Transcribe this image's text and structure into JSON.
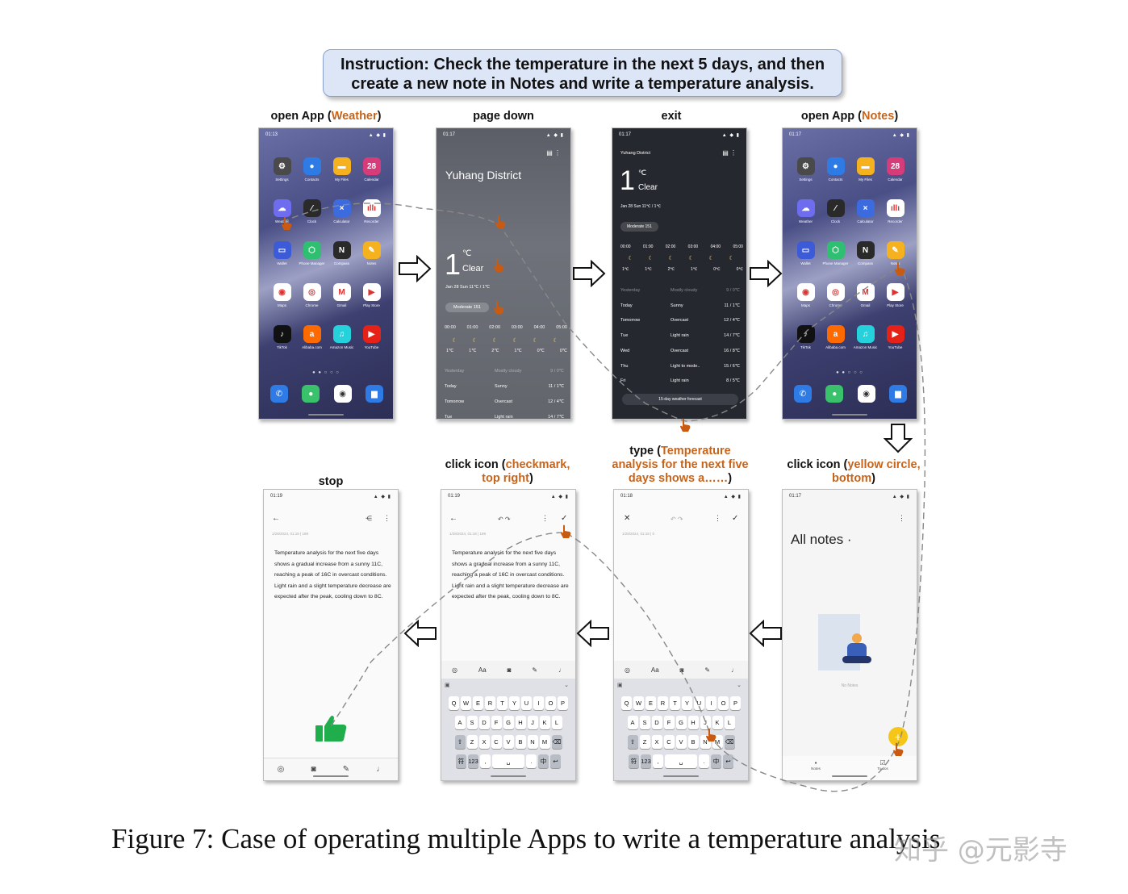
{
  "instruction": {
    "line1": "Instruction: Check the temperature in the next 5 days, and then",
    "line2": "create a new note in Notes and write a temperature analysis."
  },
  "steps": {
    "s1": {
      "pre": "open App (",
      "hl": "Weather",
      "post": ")"
    },
    "s2": {
      "text": "page down"
    },
    "s3": {
      "text": "exit"
    },
    "s4": {
      "pre": "open App (",
      "hl": "Notes",
      "post": ")"
    },
    "s5": {
      "pre": "click icon (",
      "hl1": "yellow circle,",
      "hl2": "bottom",
      "post": ")"
    },
    "s6": {
      "pre": "type (",
      "hl1": "Temperature",
      "hl2": "analysis for the next five",
      "hl3": "days shows a……",
      "post": ")"
    },
    "s7": {
      "pre": "click icon (",
      "hl1": "checkmark,",
      "hl2": "top right",
      "post": ")"
    },
    "s8": {
      "text": "stop"
    }
  },
  "home": {
    "time1": "01:13",
    "time4": "01:17",
    "apps": [
      {
        "name": "Settings",
        "glyph": "⚙",
        "color": "#4a4a4a"
      },
      {
        "name": "Contacts",
        "glyph": "●",
        "color": "#2f7be6"
      },
      {
        "name": "My Files",
        "glyph": "▬",
        "color": "#f5b21e"
      },
      {
        "name": "Calendar",
        "glyph": "28",
        "color": "#d63b7a"
      },
      {
        "name": "Weather",
        "glyph": "☁",
        "color": "#6e6df0"
      },
      {
        "name": "Clock",
        "glyph": "⁄",
        "color": "#2a2a2a"
      },
      {
        "name": "Calculator",
        "glyph": "×",
        "color": "#3c6be0"
      },
      {
        "name": "Recorder",
        "glyph": "ıllı",
        "color": "#ffffff"
      },
      {
        "name": "Wallet",
        "glyph": "▭",
        "color": "#3b5bd9"
      },
      {
        "name": "Phone Manager",
        "glyph": "⬡",
        "color": "#2fbf71"
      },
      {
        "name": "Compass",
        "glyph": "N",
        "color": "#2a2a2a"
      },
      {
        "name": "Notes",
        "glyph": "✎",
        "color": "#f5b21e"
      },
      {
        "name": "Maps",
        "glyph": "◉",
        "color": "#ffffff"
      },
      {
        "name": "Chrome",
        "glyph": "◎",
        "color": "#ffffff"
      },
      {
        "name": "Gmail",
        "glyph": "M",
        "color": "#ffffff"
      },
      {
        "name": "Play Store",
        "glyph": "▶",
        "color": "#ffffff"
      },
      {
        "name": "TikTok",
        "glyph": "♪",
        "color": "#111111"
      },
      {
        "name": "Alibaba.com",
        "glyph": "a",
        "color": "#ff6a00"
      },
      {
        "name": "Amazon Music",
        "glyph": "♫",
        "color": "#25d1da"
      },
      {
        "name": "YouTube",
        "glyph": "▶",
        "color": "#e62117"
      }
    ],
    "dock": [
      {
        "glyph": "✆",
        "color": "#2f7be6"
      },
      {
        "glyph": "●",
        "color": "#3ac16c"
      },
      {
        "glyph": "◉",
        "color": "#ffffff"
      },
      {
        "glyph": "▆",
        "color": "#2f7be6"
      }
    ],
    "dots": "● ● ○ ○ ○"
  },
  "weather_grey": {
    "time": "01:17",
    "district": "Yuhang District",
    "temp": "1",
    "unit": "℃",
    "cond": "Clear",
    "date": "Jan 28 Sun  11℃ / 1℃",
    "aqi": "Moderate 151",
    "hours": [
      "00:00",
      "01:00",
      "02:00",
      "03:00",
      "04:00",
      "05:00"
    ],
    "htemps": [
      "1℃",
      "1℃",
      "2℃",
      "1℃",
      "0℃",
      "0℃"
    ],
    "days": [
      {
        "day": "Yesterday",
        "cond": "Mostly cloudy",
        "t": "9 / 0℃"
      },
      {
        "day": "Today",
        "cond": "Sunny",
        "t": "11 / 1℃"
      },
      {
        "day": "Tomorrow",
        "cond": "Overcast",
        "t": "12 / 4℃"
      },
      {
        "day": "Tue",
        "cond": "Light rain",
        "t": "14 / 7℃"
      }
    ]
  },
  "weather_dark": {
    "time": "01:17",
    "district": "Yuhang District",
    "temp": "1",
    "unit": "℃",
    "cond": "Clear",
    "date": "Jan 28 Sun  11℃ / 1℃",
    "aqi": "Moderate 151",
    "days": [
      {
        "day": "Yesterday",
        "cond": "Mostly cloudy",
        "t": "9 / 0℃"
      },
      {
        "day": "Today",
        "cond": "Sunny",
        "t": "11 / 1℃"
      },
      {
        "day": "Tomorrow",
        "cond": "Overcast",
        "t": "12 / 4℃"
      },
      {
        "day": "Tue",
        "cond": "Light rain",
        "t": "14 / 7℃"
      },
      {
        "day": "Wed",
        "cond": "Overcast",
        "t": "16 / 8℃"
      },
      {
        "day": "Thu",
        "cond": "Light to mode..",
        "t": "15 / 6℃"
      },
      {
        "day": "Fri",
        "cond": "Light rain",
        "t": "8 / 5℃"
      }
    ],
    "forecast_btn": "15-day weather forecast"
  },
  "notes_list": {
    "time": "01:17",
    "title": "All notes ·",
    "empty": "No Notes",
    "tab1": "Notes",
    "tab2": "To-dos"
  },
  "editor": {
    "time_empty": "01:18",
    "time_done": "01:19",
    "meta_empty": "1/28/2024, 01:18  |  0",
    "meta_full": "1/28/2024, 01:18  |  189",
    "text": "Temperature analysis for the next five days shows a gradual increase from a sunny 11C, reaching a peak of 16C in overcast conditions. Light rain and a slight temperature decrease are expected after the peak, cooling down to 8C."
  },
  "keyboard": {
    "row1": [
      "Q",
      "W",
      "E",
      "R",
      "T",
      "Y",
      "U",
      "I",
      "O",
      "P"
    ],
    "row2": [
      "A",
      "S",
      "D",
      "F",
      "G",
      "H",
      "J",
      "K",
      "L"
    ],
    "row3": [
      "Z",
      "X",
      "C",
      "V",
      "B",
      "N",
      "M"
    ],
    "k123": "123",
    "aa": "Aa",
    "zh": "中"
  },
  "caption": "Figure 7: Case of operating multiple Apps to write a temperature analysis",
  "watermark": "知乎 @元影寺"
}
